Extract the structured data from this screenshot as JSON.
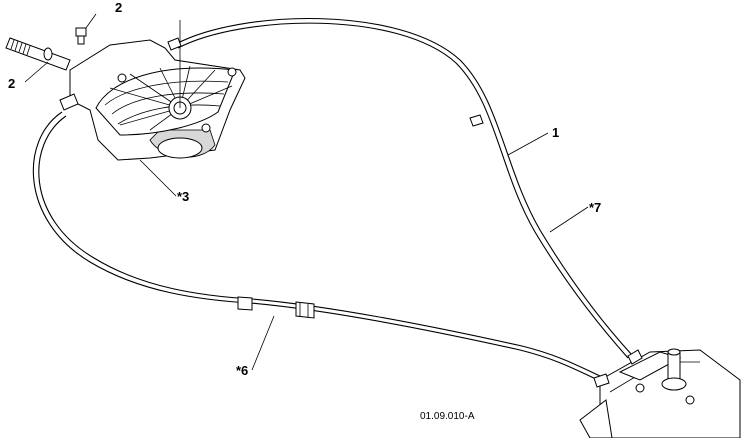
{
  "callouts": [
    {
      "id": "c2a",
      "text": "2"
    },
    {
      "id": "c2b",
      "text": "2"
    },
    {
      "id": "c3",
      "text": "*3"
    },
    {
      "id": "c1",
      "text": "1"
    },
    {
      "id": "c7",
      "text": "*7"
    },
    {
      "id": "c6",
      "text": "*6"
    }
  ],
  "figure_code": "01.09.010-A"
}
